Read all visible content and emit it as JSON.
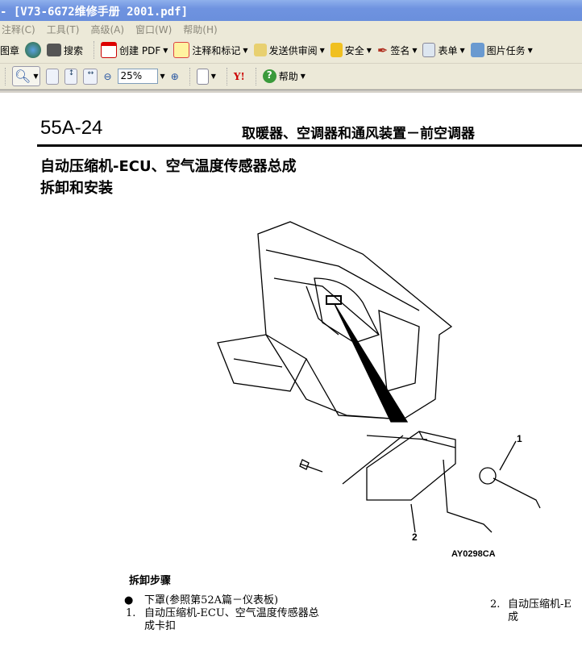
{
  "window": {
    "title": "- [V73-6G72维修手册 2001.pdf]"
  },
  "menu": [
    "注释(C)",
    "工具(T)",
    "高级(A)",
    "窗口(W)",
    "帮助(H)"
  ],
  "toolbar1": {
    "stamp": "图章",
    "search": "搜索",
    "create_pdf": "创建 PDF",
    "comment": "注释和标记",
    "send_review": "发送供审阅",
    "security": "安全",
    "sign": "签名",
    "forms": "表单",
    "picture_tasks": "图片任务"
  },
  "toolbar2": {
    "zoom_value": "25%",
    "help": "帮助",
    "yahoo": "Y!"
  },
  "document": {
    "page_number": "55A-24",
    "chapter_title": "取暖器、空调器和通风装置－前空调器",
    "heading_line1": "自动压缩机-ECU、空气温度传感器总成",
    "heading_line2": "拆卸和安装",
    "figure": {
      "label_1": "1",
      "label_2": "2",
      "code": "AY0298CA"
    },
    "steps_title": "拆卸步骤",
    "steps": [
      {
        "marker": "●",
        "text": "下罩(参照第52A篇－仪表板)"
      },
      {
        "marker": "1.",
        "text": "自动压缩机-ECU、空气温度传感器总",
        "cont": "成卡扣"
      },
      {
        "marker": "2.",
        "text": "自动压缩机-E",
        "cont": "成"
      }
    ]
  }
}
